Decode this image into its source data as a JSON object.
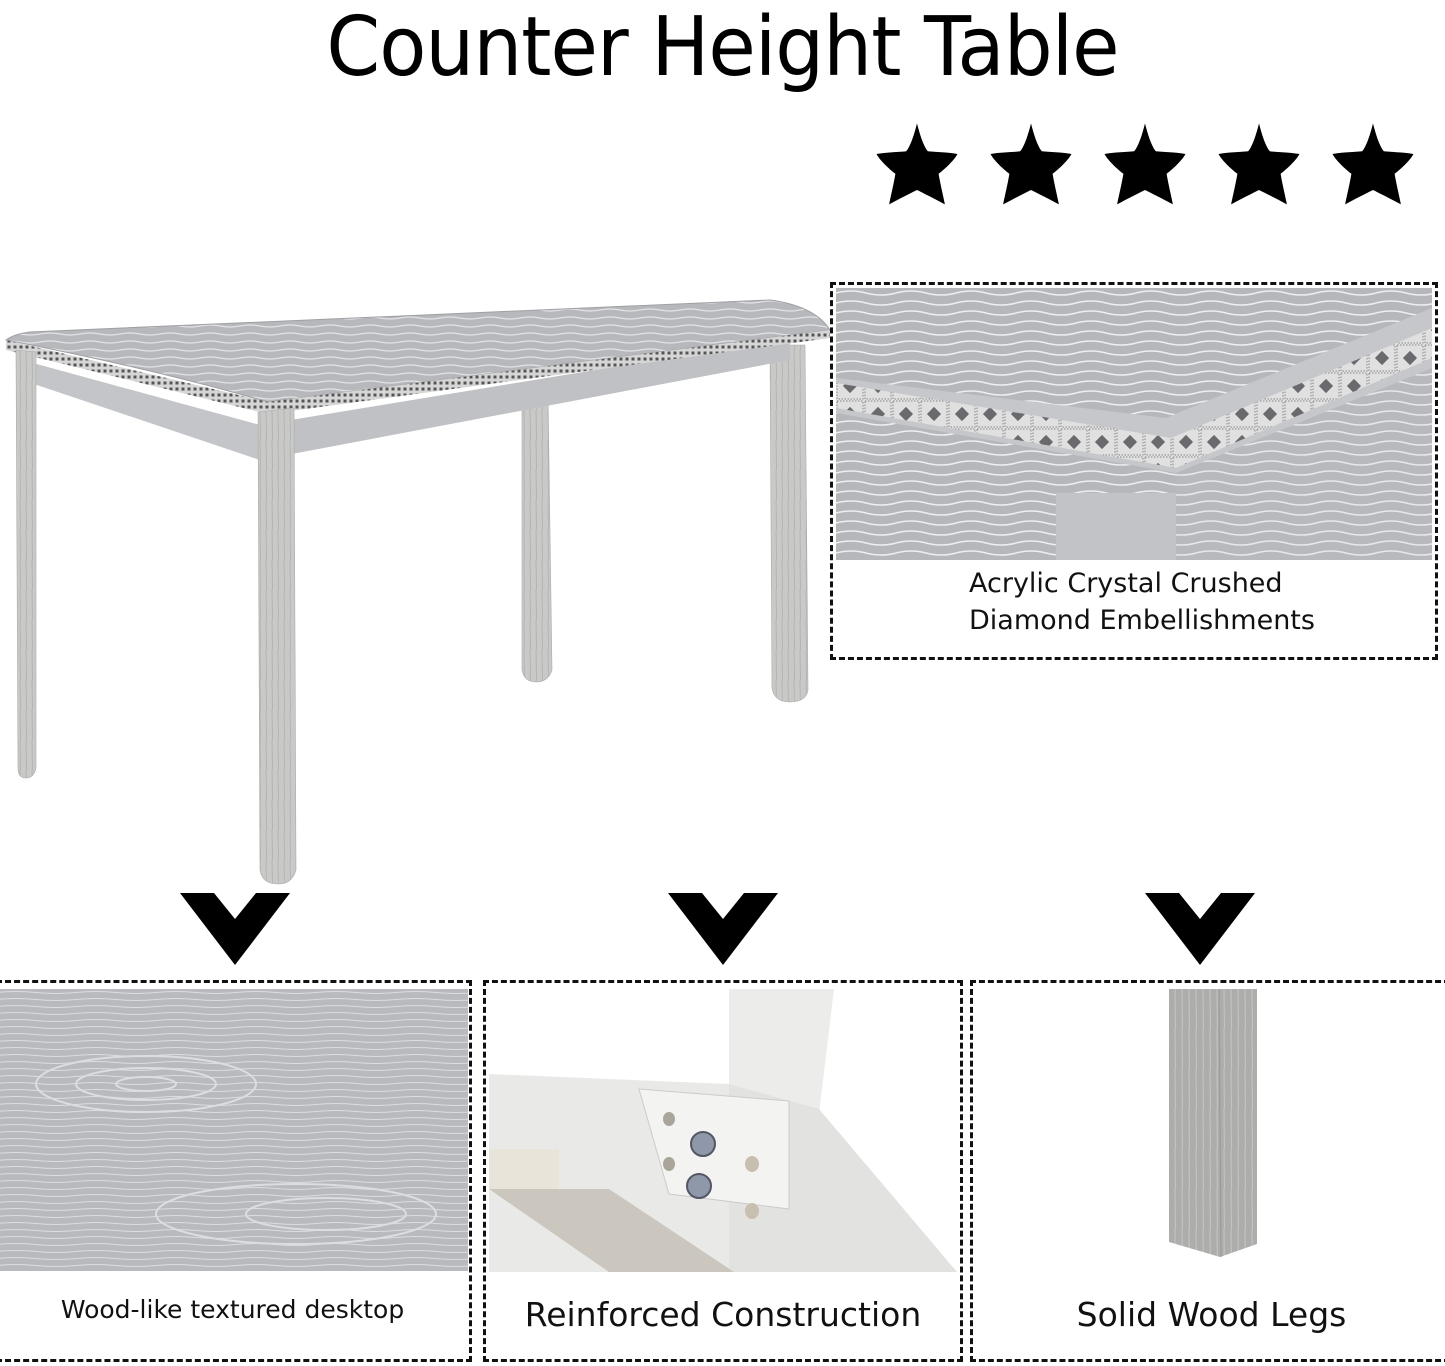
{
  "header": {
    "title": "Counter Height Table",
    "rating": {
      "stars": 5,
      "icon": "star-icon",
      "color": "#000000"
    }
  },
  "hero": {
    "subject": "silver table with crystal-trimmed edge and four legs",
    "colors": {
      "top": "#b9babd",
      "legs": "#c8c8c6",
      "trim": "#e6e6e6"
    }
  },
  "callout": {
    "caption_line1": "Acrylic Crystal Crushed",
    "caption_line2": "Diamond Embellishments",
    "border_style": "dashed",
    "border_color": "#111111"
  },
  "pointers": {
    "icon": "chevron-down-icon",
    "count": 3,
    "color": "#000000"
  },
  "features": [
    {
      "caption": "Wood-like textured desktop",
      "photo": "silver wood grain surface"
    },
    {
      "caption": "Reinforced Construction",
      "photo": "corner bracket with two bolts"
    },
    {
      "caption": "Solid Wood Legs",
      "photo": "single square silver leg"
    }
  ]
}
